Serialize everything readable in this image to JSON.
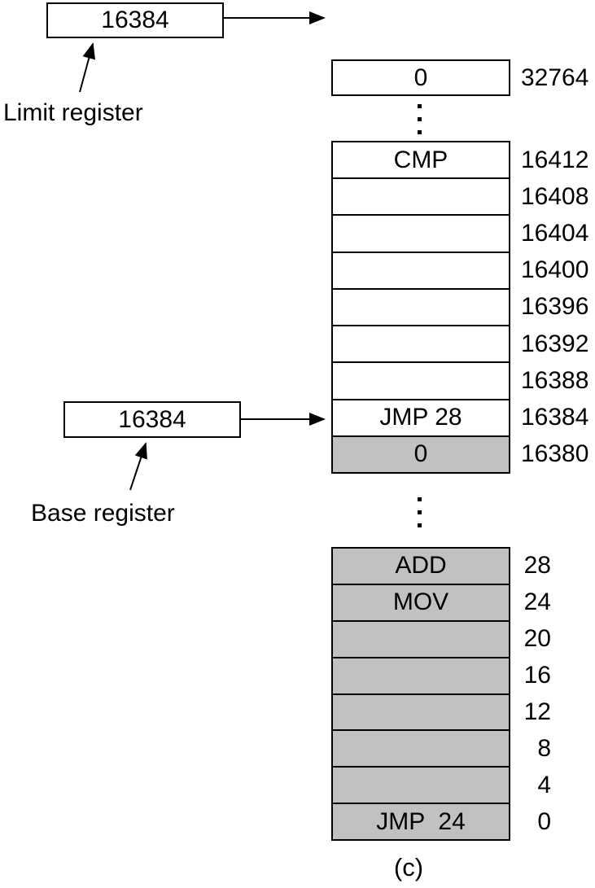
{
  "registers": {
    "limit": {
      "label": "Limit register",
      "value": "16384"
    },
    "base": {
      "label": "Base register",
      "value": "16384"
    }
  },
  "memory": {
    "top_cell": {
      "value": "0",
      "address": "32764",
      "shaded": false
    },
    "middle_block": [
      {
        "value": "CMP",
        "address": "16412",
        "shaded": false
      },
      {
        "value": "",
        "address": "16408",
        "shaded": false
      },
      {
        "value": "",
        "address": "16404",
        "shaded": false
      },
      {
        "value": "",
        "address": "16400",
        "shaded": false
      },
      {
        "value": "",
        "address": "16396",
        "shaded": false
      },
      {
        "value": "",
        "address": "16392",
        "shaded": false
      },
      {
        "value": "",
        "address": "16388",
        "shaded": false
      },
      {
        "value": "JMP 28",
        "address": "16384",
        "shaded": false
      },
      {
        "value": "0",
        "address": "16380",
        "shaded": true
      }
    ],
    "bottom_block": [
      {
        "value": "ADD",
        "address": "28",
        "shaded": true
      },
      {
        "value": "MOV",
        "address": "24",
        "shaded": true
      },
      {
        "value": "",
        "address": "20",
        "shaded": true
      },
      {
        "value": "",
        "address": "16",
        "shaded": true
      },
      {
        "value": "",
        "address": "12",
        "shaded": true
      },
      {
        "value": "",
        "address": "8",
        "shaded": true
      },
      {
        "value": "",
        "address": "4",
        "shaded": true
      },
      {
        "value": "JMP  24",
        "address": "0",
        "shaded": true
      }
    ]
  },
  "caption": "(c)",
  "icons": {
    "vertical_ellipsis": "vertical-ellipsis"
  },
  "colors": {
    "shaded_fill": "#c1c1c1",
    "line": "#000000",
    "background": "#ffffff"
  }
}
